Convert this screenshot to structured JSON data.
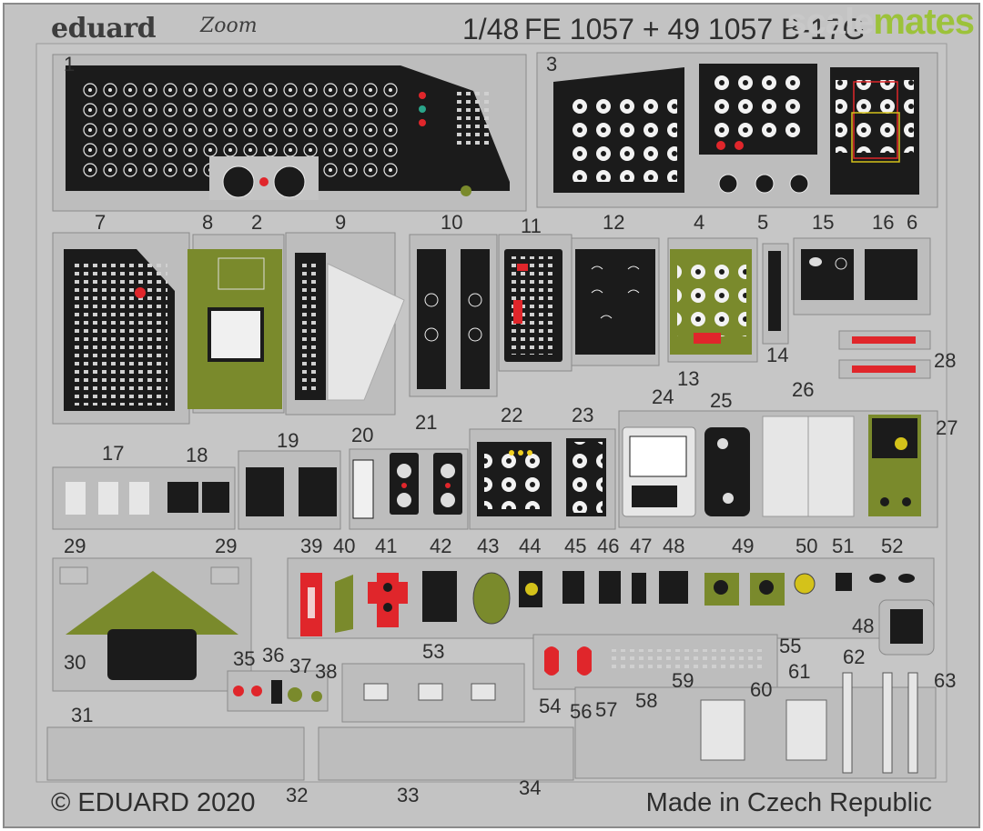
{
  "header": {
    "brand": "eduard",
    "zoom_logo": "Zoom",
    "scale": "1/48",
    "product_code": "FE 1057 + 49 1057 B-17G"
  },
  "watermark": {
    "part1": "scale",
    "part2": "mates"
  },
  "footer": {
    "copyright": "© EDUARD 2020",
    "made_in": "Made in Czech Republic"
  },
  "part_numbers": [
    "1",
    "2",
    "3",
    "4",
    "5",
    "6",
    "7",
    "8",
    "9",
    "10",
    "11",
    "12",
    "13",
    "14",
    "15",
    "16",
    "17",
    "18",
    "19",
    "20",
    "21",
    "22",
    "23",
    "24",
    "25",
    "26",
    "27",
    "28",
    "29",
    "30",
    "31",
    "32",
    "33",
    "34",
    "35",
    "36",
    "37",
    "38",
    "39",
    "40",
    "41",
    "42",
    "43",
    "44",
    "45",
    "46",
    "47",
    "48",
    "49",
    "50",
    "51",
    "52",
    "53",
    "54",
    "55",
    "56",
    "57",
    "58",
    "59",
    "60",
    "61",
    "62",
    "63"
  ],
  "colors": {
    "fret_gray": "#c3c3c3",
    "fret_edge": "#8a8a8a",
    "panel_black": "#1b1b1b",
    "panel_green": "#7a8a2c",
    "accent_red": "#e0262b",
    "background": "#ffffff"
  }
}
